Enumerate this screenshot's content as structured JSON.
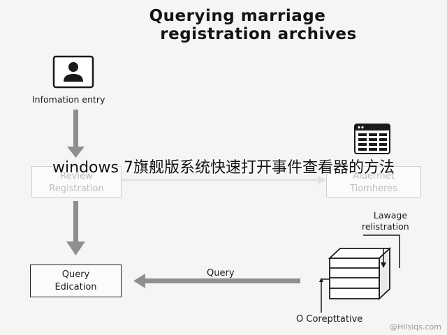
{
  "title_line1": "Querying marriage",
  "title_line2": "registration archives",
  "info_entry_label": "Infomation entry",
  "review_box": {
    "line1": "Review",
    "line2": "Registration"
  },
  "query_box": {
    "line1": "Query",
    "line2": "Edication"
  },
  "right_box": {
    "line1": "Aldermet",
    "line2": "Tiomheres"
  },
  "lawage_label": {
    "line1": "Lawage",
    "line2": "relistration"
  },
  "query_arrow_label": "Query",
  "corep_label": "O Corepttative",
  "overlay_text": "windows 7旗舰版系统快速打开事件查看器的方法",
  "watermark": "@Hilsiqs.com",
  "icons": [
    "person-id-icon",
    "table-form-icon",
    "server-stack-icon"
  ],
  "colors": {
    "arrow_gray": "#8a8a8a",
    "box_border": "#222222"
  }
}
